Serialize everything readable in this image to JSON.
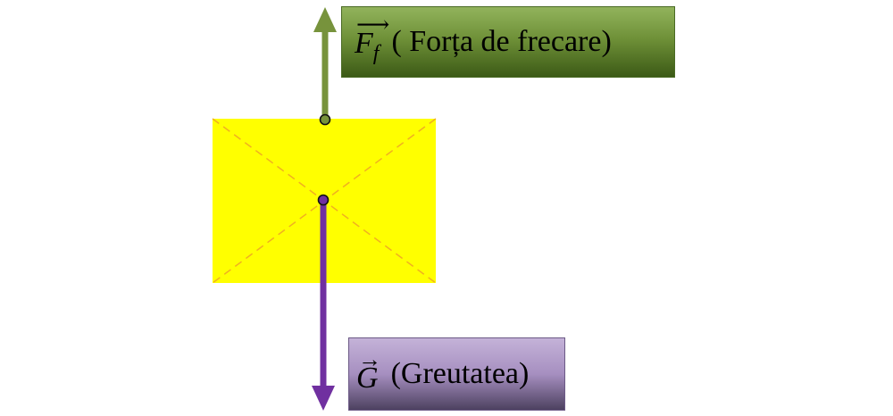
{
  "colors": {
    "block": "#ffff00",
    "block_diagonals": "#f0b020",
    "friction_arrow": "#77933c",
    "weight_arrow": "#7030a0",
    "friction_label_bg": "#6f9138",
    "weight_label_bg": "#a68fc0"
  },
  "friction": {
    "symbol": "F",
    "subscript": "f",
    "vector_mark": "⟶",
    "text": "( Forța de frecare)"
  },
  "weight": {
    "symbol": "G",
    "vector_mark": "→",
    "text": "(Greutatea)"
  },
  "icons": [
    "up-arrow-icon",
    "down-arrow-icon"
  ]
}
